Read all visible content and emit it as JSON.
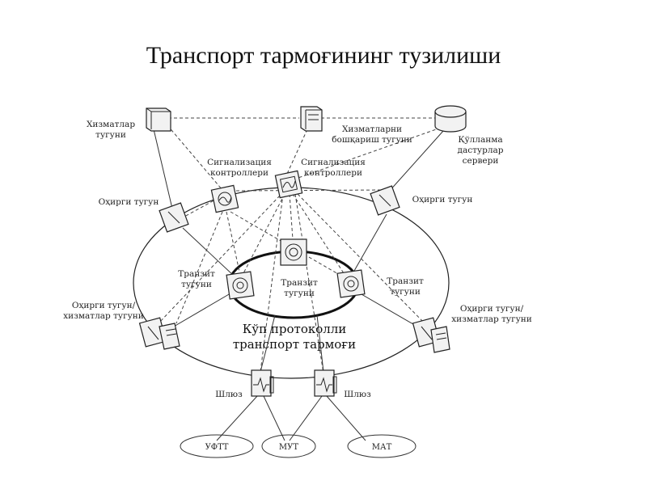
{
  "title": "Транспорт тармоғининг тузилиши",
  "nodes": {
    "services_node": [
      "Хизматлар",
      "тугуни"
    ],
    "services_mgmt_node": [
      "Хизматларни",
      "бошқариш тугуни"
    ],
    "app_server": [
      "Қўлланма",
      "дастурлар",
      "сервери"
    ],
    "signal_ctrl_left": [
      "Сигнализация",
      "контроллери"
    ],
    "signal_ctrl_right": [
      "Сигнализация",
      "контроллери"
    ],
    "edge_node_left": "Оҳирги тугун",
    "edge_node_right": "Оҳирги тугун",
    "transit_left": [
      "Транзит",
      "тугуни"
    ],
    "transit_center": [
      "Транзит",
      "тугуни"
    ],
    "transit_right": [
      "Транзит",
      "тугуни"
    ],
    "edge_service_left": [
      "Оҳирги тугун/",
      "хизматлар тугуни"
    ],
    "edge_service_right": [
      "Оҳирги тугун/",
      "хизматлар тугуни"
    ],
    "gateway_left": "Шлюз",
    "gateway_right": "Шлюз"
  },
  "core_network": [
    "Кўп протоколли",
    "транспорт тармоғи"
  ],
  "external_networks": [
    "УФТТ",
    "МУТ",
    "МАТ"
  ],
  "colors": {
    "line": "#333333",
    "device_fill": "#f2f2f2",
    "background": "#ffffff"
  }
}
